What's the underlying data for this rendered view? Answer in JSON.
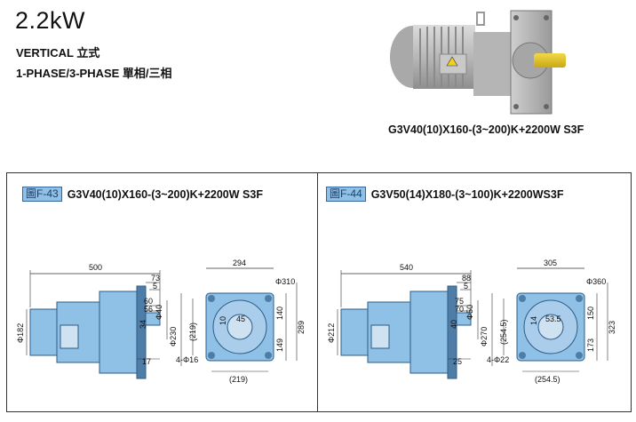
{
  "header": {
    "power": "2.2kW",
    "mount_line": "VERTICAL  立式",
    "phase_line": "1-PHASE/3-PHASE  單相/三相"
  },
  "product": {
    "caption": "G3V40(10)X160-(3~200)K+2200W S3F",
    "image_icon": "vertical-gear-motor-photo"
  },
  "panels": [
    {
      "fig_tag": "圖F-43",
      "model": "G3V40(10)X160-(3~200)K+2200W S3F",
      "dims": {
        "overall_length": "500",
        "d1": "73",
        "d2": "5",
        "d3": "60",
        "d4": "56",
        "shaft_dia": "Φ40",
        "key_dim": "34",
        "flange_pilot": "Φ230",
        "motor_dia": "Φ182",
        "flange_thk": "17",
        "flange_width": "294",
        "bolt_circle": "Φ310",
        "pcd_v": "(219)",
        "pcd_h": "(219)",
        "v_top": "140",
        "v_bottom": "149",
        "v_total": "289",
        "holes": "4-Φ16",
        "key_w": "10",
        "key_h": "45"
      }
    },
    {
      "fig_tag": "圖F-44",
      "model": "G3V50(14)X180-(3~100)K+2200WS3F",
      "dims": {
        "overall_length": "540",
        "d1": "88",
        "d2": "5",
        "d3": "75",
        "d4": "70",
        "shaft_dia": "Φ50",
        "key_dim": "40",
        "flange_pilot": "Φ270",
        "motor_dia": "Φ212",
        "flange_thk": "25",
        "flange_width": "305",
        "bolt_circle": "Φ360",
        "pcd_v": "(254.5)",
        "pcd_h": "(254.5)",
        "v_top": "150",
        "v_bottom": "173",
        "v_total": "323",
        "holes": "4-Φ22",
        "key_w": "14",
        "key_h": "53.5"
      }
    }
  ],
  "colors": {
    "drawing_fill": "#8fc0e5",
    "drawing_dark": "#4e7ea8",
    "tag_fill": "#8fc0e5"
  }
}
